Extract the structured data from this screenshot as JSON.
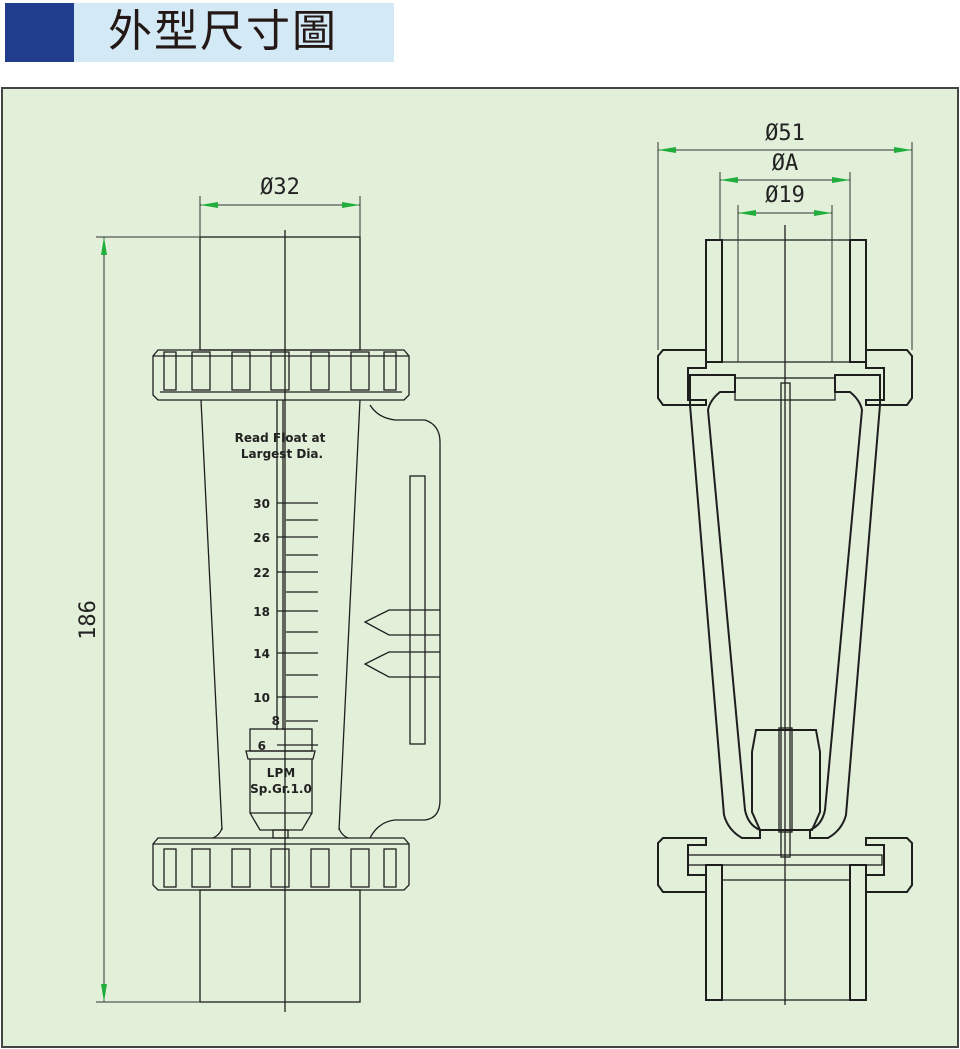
{
  "header": {
    "title": "外型尺寸圖",
    "accent": "#213d8e",
    "band": "#d3e9f6"
  },
  "drawing": {
    "background": "#e2efd9",
    "front_view": {
      "width_dim": "Ø32",
      "height_dim": "186",
      "note_line1": "Read Float at",
      "note_line2": "Largest Dia.",
      "scale_labels": [
        "30",
        "26",
        "22",
        "18",
        "14",
        "10",
        "8",
        "6"
      ],
      "float_line1": "LPM",
      "float_line2": "Sp.Gr.1.0"
    },
    "section_view": {
      "outer_dim": "Ø51",
      "a_dim": "ØA",
      "inner_dim": "Ø19"
    }
  }
}
